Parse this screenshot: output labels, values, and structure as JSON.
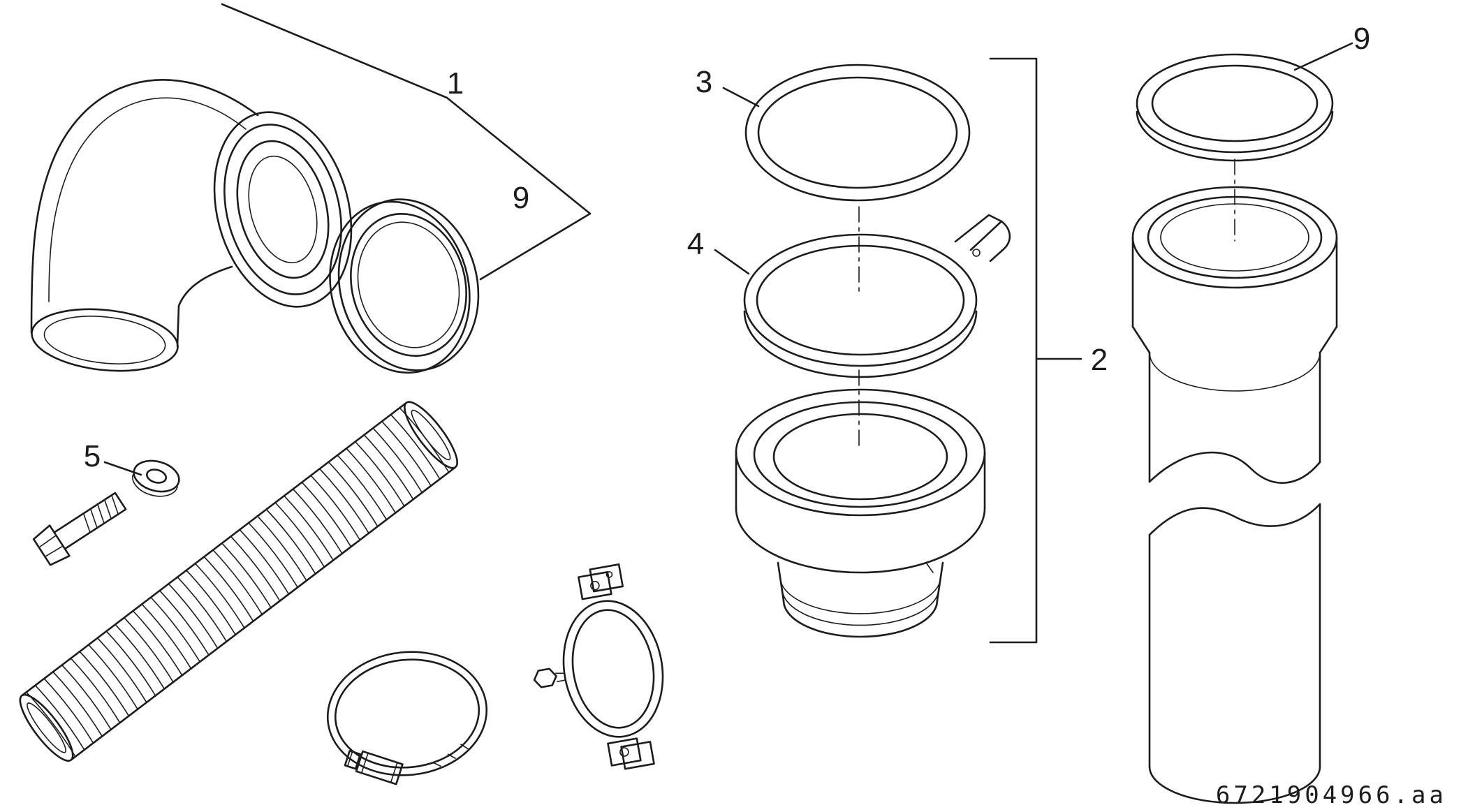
{
  "colors": {
    "line": "#1c1c1c",
    "background": "#ffffff"
  },
  "callouts": {
    "elbow": "1",
    "seal_left": "9",
    "oring": "3",
    "clamp_ring": "4",
    "assembly_group": "2",
    "seal_right": "9",
    "bolt_washer": "5"
  },
  "footer": {
    "part_number": "6721904966.aa"
  }
}
